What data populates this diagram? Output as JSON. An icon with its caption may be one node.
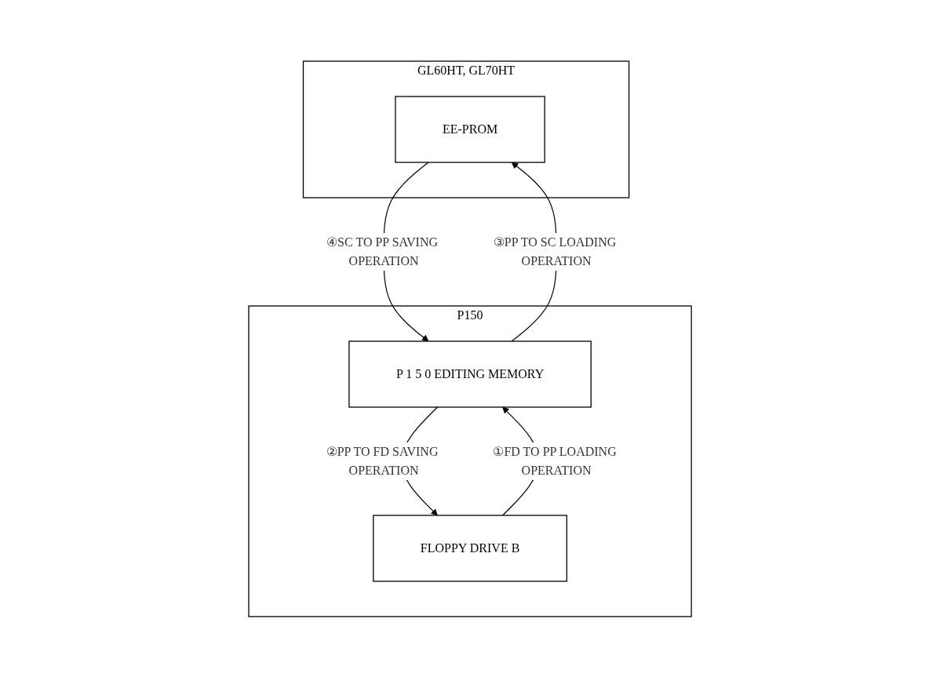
{
  "diagram": {
    "nodes": [
      {
        "text": [
          "GL60HT, GL70HT"
        ]
      },
      {
        "text": [
          "EE-PROM"
        ],
        "in": 0
      },
      {
        "text": [
          "P150"
        ]
      },
      {
        "text": [
          "P 1 5 0 EDITING MEMORY"
        ],
        "in": 2
      },
      {
        "text": [
          "FLOPPY DRIVE B"
        ],
        "in": 2
      }
    ],
    "edges": [
      {
        "from": 1,
        "to": 3,
        "arrow": "to",
        "label": "④SC TO PP SAVING OPERATION"
      },
      {
        "from": 3,
        "to": 1,
        "arrow": "to",
        "label": "③PP TO SC LOADING OPERATION"
      },
      {
        "from": 4,
        "to": 3,
        "arrow": "to",
        "label": "①FD TO PP LOADING OPERATION"
      },
      {
        "from": 3,
        "to": 4,
        "arrow": "to",
        "label": "②PP TO FD SAVING OPERATION"
      }
    ]
  }
}
